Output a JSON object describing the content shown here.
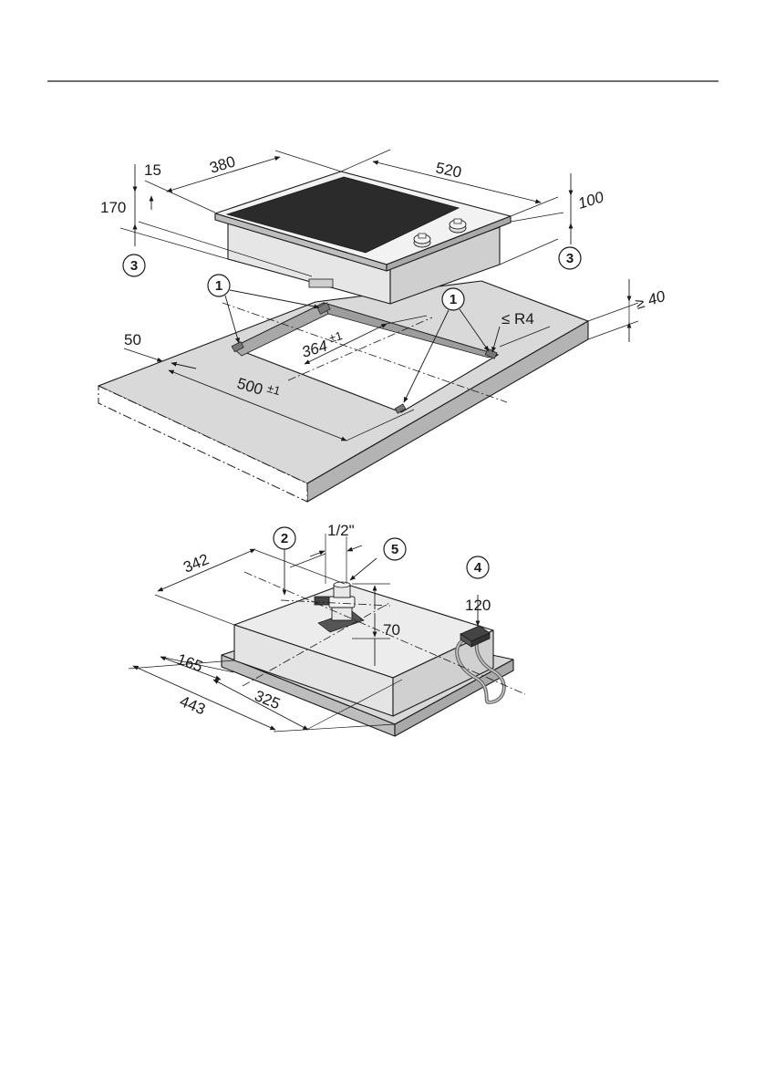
{
  "top_figure": {
    "dimensions": {
      "d15": "15",
      "d380": "380",
      "d520": "520",
      "d170": "170",
      "d100": "100",
      "d40": "≥ 40",
      "d50": "50",
      "d364_value": "364",
      "d364_tol": "±1",
      "d500_value": "500",
      "d500_tol": "±1",
      "r4": "≤ R4"
    },
    "callouts": {
      "c3_left": "3",
      "c3_right": "3",
      "c1_left": "1",
      "c1_right": "1"
    }
  },
  "bottom_figure": {
    "dimensions": {
      "d342": "342",
      "d_half_inch": "1/2\"",
      "d120": "120",
      "d70": "70",
      "d165": "165",
      "d325": "325",
      "d443": "443"
    },
    "callouts": {
      "c2": "2",
      "c5": "5",
      "c4": "4"
    }
  },
  "colors": {
    "line": "#1a1a1a",
    "counter_top": "#d9d9d9",
    "counter_front": "#b3b3b3",
    "cooktop_glass": "#2b2b2b",
    "appliance_light": "#ececec",
    "appliance_side": "#d4d4d4"
  }
}
